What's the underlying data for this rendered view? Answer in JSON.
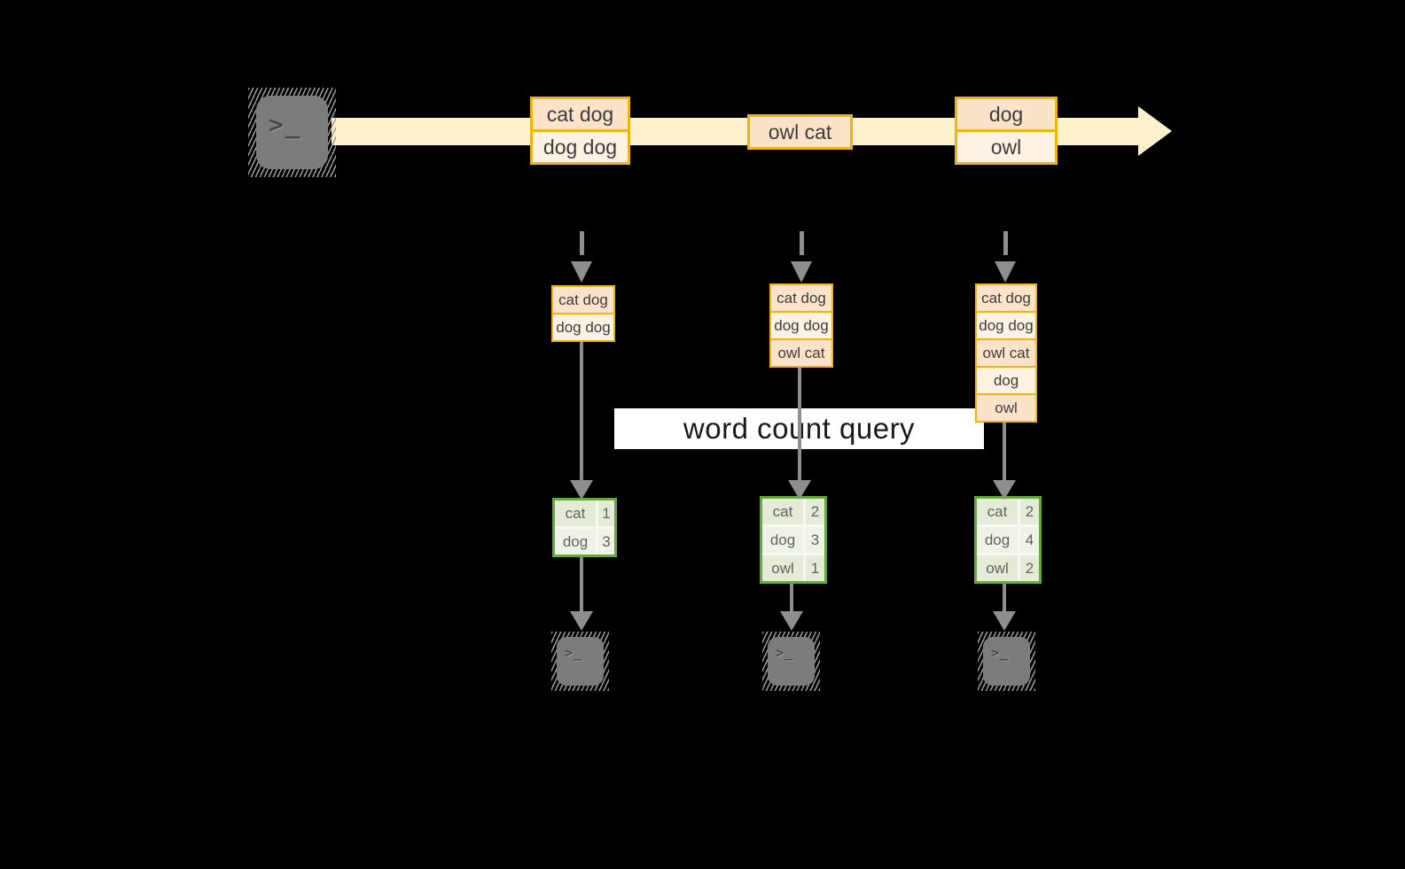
{
  "banner": {
    "label": "word count query"
  },
  "icons": {
    "prompt_glyph": ">_"
  },
  "stream": {
    "events": [
      {
        "rows": [
          "cat dog",
          "dog dog"
        ]
      },
      {
        "rows": [
          "owl cat"
        ]
      },
      {
        "rows": [
          "dog",
          "owl"
        ]
      }
    ]
  },
  "columns": [
    {
      "batch": [
        "cat dog",
        "dog dog"
      ],
      "counts": [
        [
          "cat",
          "1"
        ],
        [
          "dog",
          "3"
        ]
      ]
    },
    {
      "batch": [
        "cat dog",
        "dog dog",
        "owl cat"
      ],
      "counts": [
        [
          "cat",
          "2"
        ],
        [
          "dog",
          "3"
        ],
        [
          "owl",
          "1"
        ]
      ]
    },
    {
      "batch": [
        "cat dog",
        "dog dog",
        "owl cat",
        "dog",
        "owl"
      ],
      "counts": [
        [
          "cat",
          "2"
        ],
        [
          "dog",
          "4"
        ],
        [
          "owl",
          "2"
        ]
      ]
    }
  ],
  "colors": {
    "background": "#000000",
    "stream_band": "#fdf1cc",
    "event_border": "#f0b410",
    "event_fill_dark": "#fae3c8",
    "event_fill_light": "#fdf2e3",
    "table_border": "#69a73e",
    "table_fill_dark": "#e4ecd8",
    "table_fill_light": "#eef3e7",
    "arrow_gray": "#8e8e8e",
    "terminal_gray": "#7c7c7c",
    "banner_bg": "#ffffff"
  }
}
